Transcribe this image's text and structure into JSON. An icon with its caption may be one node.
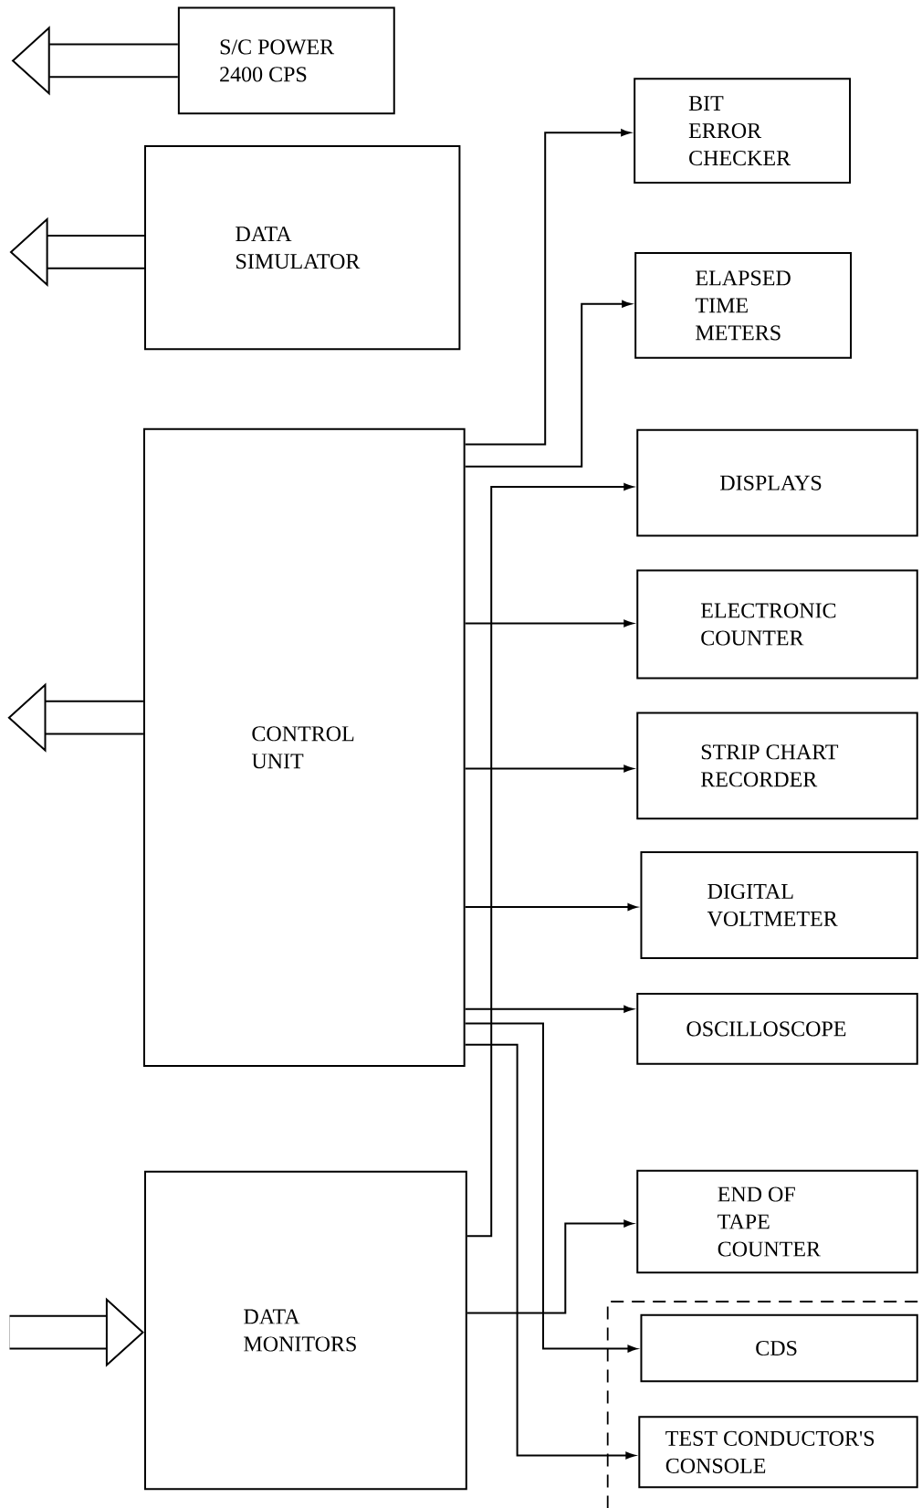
{
  "diagram": {
    "nodes": [
      {
        "text": [
          "S/C POWER 2400 CPS"
        ]
      },
      {
        "text": [
          "DATA SIMULATOR"
        ]
      },
      {
        "text": [
          "BIT ERROR CHECKER"
        ]
      },
      {
        "text": [
          "ELAPSED TIME METERS"
        ]
      },
      {
        "text": [
          "CONTROL UNIT"
        ]
      },
      {
        "text": [
          "DISPLAYS"
        ]
      },
      {
        "text": [
          "ELECTRONIC COUNTER"
        ]
      },
      {
        "text": [
          "STRIP CHART RECORDER"
        ]
      },
      {
        "text": [
          "DIGITAL VOLTMETER"
        ]
      },
      {
        "text": [
          "OSCILLOSCOPE"
        ]
      },
      {
        "text": [
          "DATA MONITORS"
        ]
      },
      {
        "text": [
          "END OF TAPE COUNTER"
        ]
      },
      {
        "text": [
          "CDS"
        ]
      },
      {
        "text": [
          "TEST CONDUCTOR'S CONSOLE"
        ]
      }
    ],
    "edges": [
      {
        "from": 0,
        "to": null,
        "arrow": "to",
        "style": "thick"
      },
      {
        "from": 1,
        "to": null,
        "arrow": "to",
        "style": "thick"
      },
      {
        "from": 4,
        "to": 2,
        "arrow": "to"
      },
      {
        "from": 4,
        "to": 3,
        "arrow": "to"
      },
      {
        "from": 10,
        "to": 5,
        "arrow": "to"
      },
      {
        "from": 4,
        "to": 6,
        "arrow": "to"
      },
      {
        "from": 4,
        "to": 7,
        "arrow": "to"
      },
      {
        "from": 4,
        "to": 8,
        "arrow": "to"
      },
      {
        "from": 4,
        "to": 9,
        "arrow": "to"
      },
      {
        "from": 4,
        "to": 12,
        "arrow": "to"
      },
      {
        "from": 4,
        "to": 13,
        "arrow": "to"
      },
      {
        "from": 10,
        "to": 11,
        "arrow": "to"
      },
      {
        "from": 4,
        "to": null,
        "arrow": "to",
        "style": "thick"
      },
      {
        "from": null,
        "to": 10,
        "arrow": "to",
        "style": "thick"
      }
    ]
  }
}
